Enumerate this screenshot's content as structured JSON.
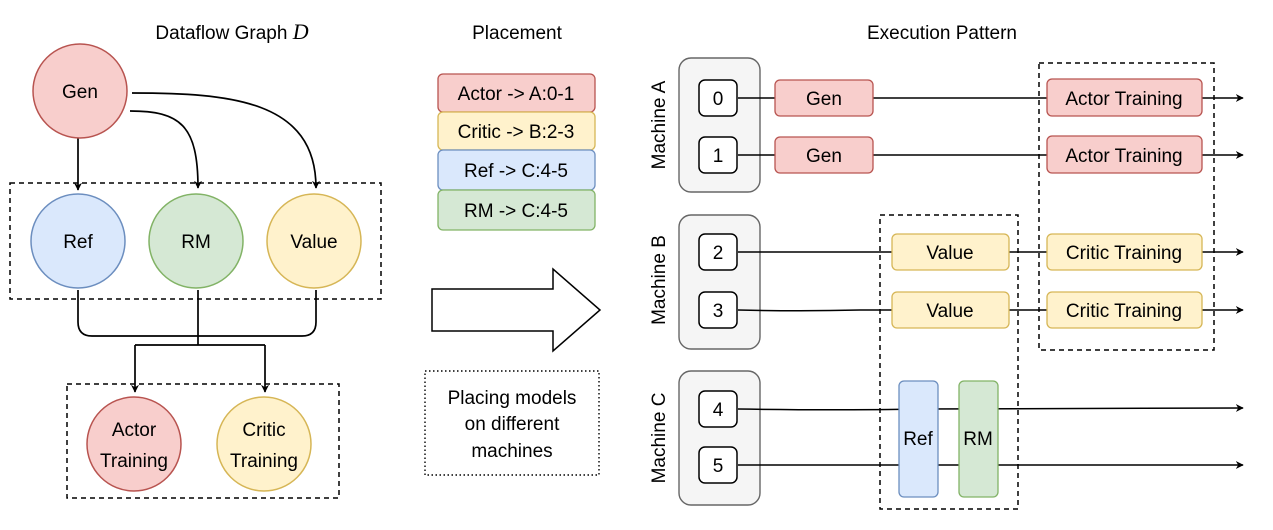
{
  "dataflow": {
    "title": "Dataflow Graph ",
    "title_var": "D",
    "nodes": {
      "gen": "Gen",
      "ref": "Ref",
      "rm": "RM",
      "value": "Value",
      "actor_training": [
        "Actor",
        "Training"
      ],
      "critic_training": [
        "Critic",
        "Training"
      ]
    }
  },
  "placement": {
    "title": "Placement",
    "items": [
      "Actor -> A:0-1",
      "Critic -> B:2-3",
      "Ref -> C:4-5",
      "RM -> C:4-5"
    ],
    "note": [
      "Placing models",
      "on different",
      "machines"
    ]
  },
  "execution": {
    "title": "Execution Pattern",
    "machines": [
      "Machine A",
      "Machine B",
      "Machine C"
    ],
    "gpus": [
      "0",
      "1",
      "2",
      "3",
      "4",
      "5"
    ],
    "tasks": {
      "gen": "Gen",
      "actor_training": "Actor Training",
      "value": "Value",
      "critic_training": "Critic Training",
      "ref": "Ref",
      "rm": "RM"
    }
  },
  "colors": {
    "red_fill": "#f8cecc",
    "red_stroke": "#b85450",
    "yellow_fill": "#fff2cc",
    "yellow_stroke": "#d6b656",
    "blue_fill": "#dae8fc",
    "blue_stroke": "#6c8ebf",
    "green_fill": "#d5e8d4",
    "green_stroke": "#82b366",
    "gray_fill": "#f5f5f5",
    "gray_stroke": "#666666"
  }
}
